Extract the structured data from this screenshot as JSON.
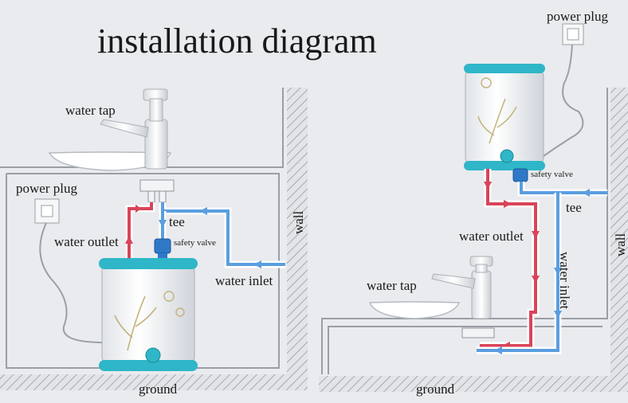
{
  "title": "installation diagram",
  "left_panel": {
    "water_tap": "water tap",
    "power_plug": "power plug",
    "water_outlet": "water outlet",
    "tee": "tee",
    "safety_valve": "safety valve",
    "water_inlet": "water inlet",
    "wall": "wall",
    "ground": "ground"
  },
  "right_panel": {
    "power_plug": "power plug",
    "safety_valve": "safety valve",
    "tee": "tee",
    "water_outlet": "water outlet",
    "water_inlet": "water inlet",
    "water_tap": "water tap",
    "wall": "wall",
    "ground": "ground"
  },
  "colors": {
    "background": "#e9ebee",
    "hot_pipe": "#d9445a",
    "cold_pipe": "#5a9ee0",
    "heater_trim": "#2fb6c8",
    "wall_line": "#9a9ea4"
  }
}
